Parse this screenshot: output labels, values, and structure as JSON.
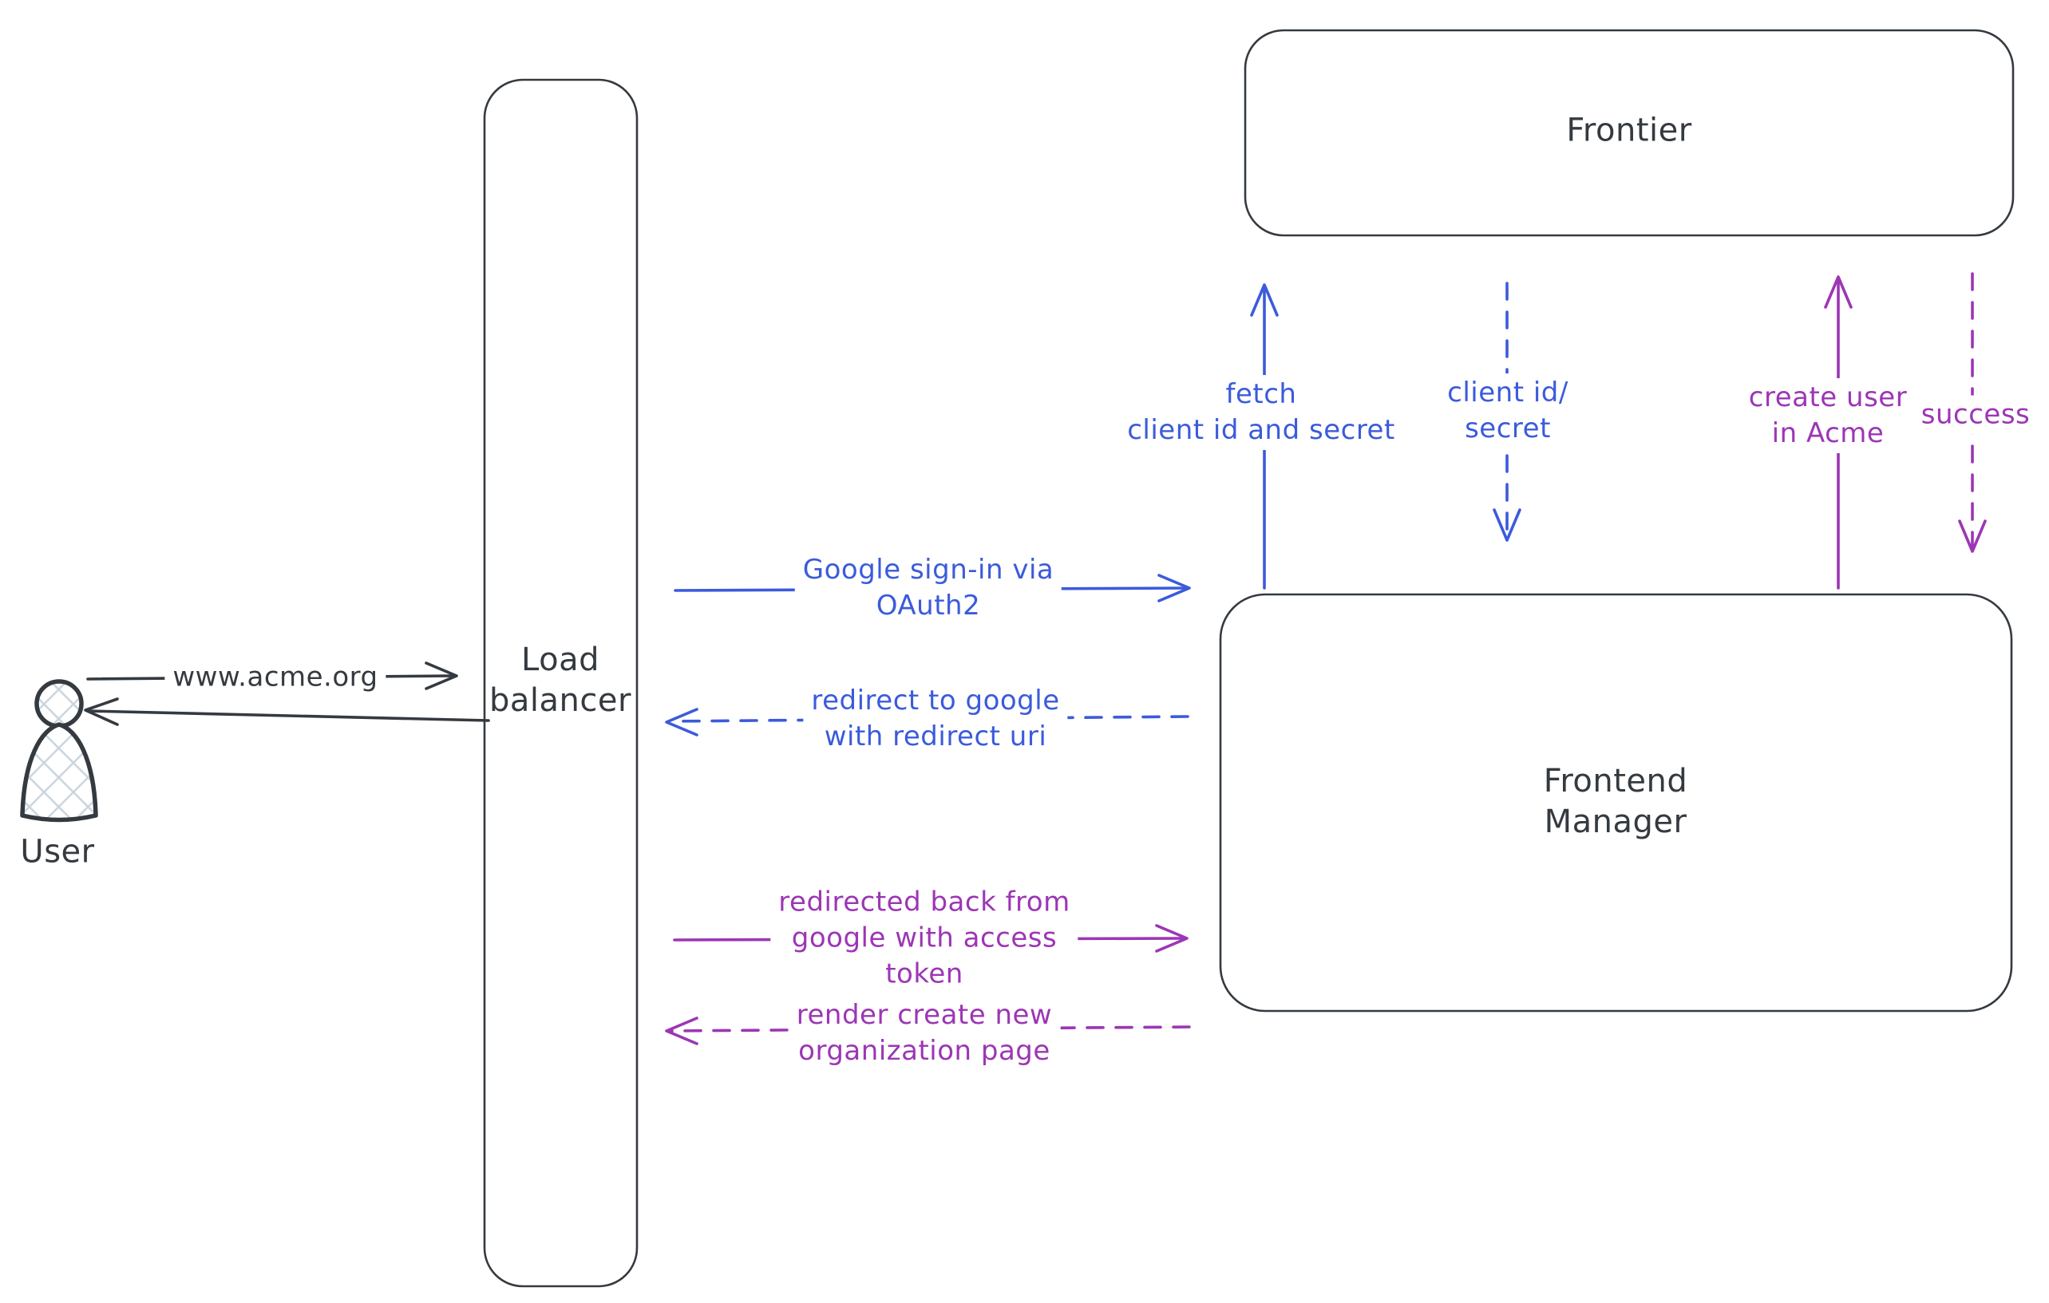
{
  "colors": {
    "background": "#ffffff",
    "dark": "#343a40",
    "blue": "#3b5bdb",
    "purple": "#9c36b5",
    "hatch": "#c9d4de"
  },
  "nodes": {
    "user": {
      "label": "User"
    },
    "load_balancer": {
      "label": "Load\nbalancer"
    },
    "frontier": {
      "label": "Frontier"
    },
    "frontend_manager": {
      "label": "Frontend\nManager"
    }
  },
  "messages": {
    "acme_url": {
      "label": "www.acme.org",
      "style": "solid",
      "color": "dark",
      "direction": "user-to-load-balancer"
    },
    "response_to_user": {
      "label": "",
      "style": "solid",
      "color": "dark",
      "direction": "load-balancer-to-user"
    },
    "google_signin": {
      "label": "Google sign-in via\nOAuth2",
      "style": "solid",
      "color": "blue",
      "direction": "load-balancer-to-frontend-manager"
    },
    "redirect_to_google": {
      "label": "redirect to google\nwith redirect uri",
      "style": "dashed",
      "color": "blue",
      "direction": "frontend-manager-to-load-balancer"
    },
    "fetch_client_id": {
      "label": "fetch\nclient id and secret",
      "style": "solid",
      "color": "blue",
      "direction": "frontend-manager-to-frontier"
    },
    "client_id_secret": {
      "label": "client id/\nsecret",
      "style": "dashed",
      "color": "blue",
      "direction": "frontier-to-frontend-manager"
    },
    "create_user": {
      "label": "create user\nin Acme",
      "style": "solid",
      "color": "purple",
      "direction": "frontend-manager-to-frontier"
    },
    "success": {
      "label": "success",
      "style": "dashed",
      "color": "purple",
      "direction": "frontier-to-frontend-manager"
    },
    "redirected_back": {
      "label": "redirected back from\ngoogle with access\ntoken",
      "style": "solid",
      "color": "purple",
      "direction": "load-balancer-to-frontend-manager"
    },
    "render_org_page": {
      "label": "render create new\norganization page",
      "style": "dashed",
      "color": "purple",
      "direction": "frontend-manager-to-load-balancer"
    }
  }
}
